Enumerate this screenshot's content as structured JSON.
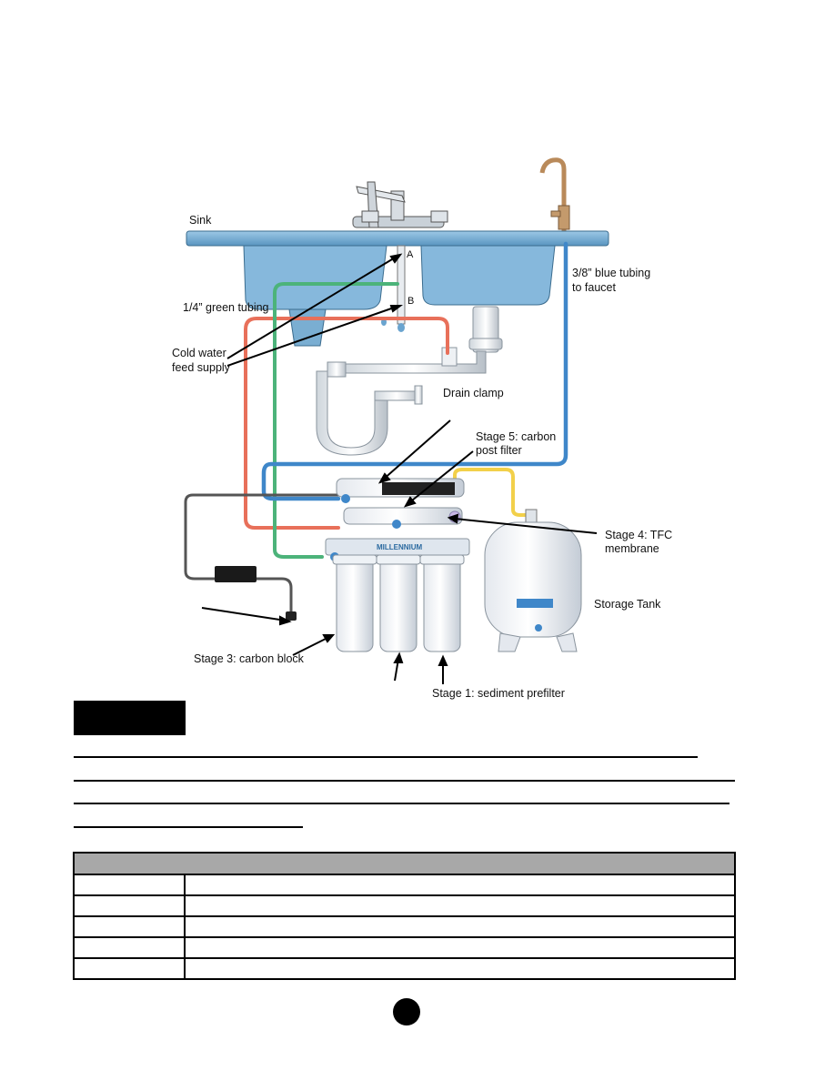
{
  "diagram": {
    "labels": {
      "sink": "Sink",
      "point_a": "A",
      "point_b": "B",
      "blue_tubing_line1": "3/8” blue tubing",
      "blue_tubing_line2": "to faucet",
      "green_tubing": "1/4” green tubing",
      "cold_water_line1": "Cold water",
      "cold_water_line2": "feed supply",
      "drain_clamp": "Drain clamp",
      "stage5_line1": "Stage 5: carbon",
      "stage5_line2": "post filter",
      "stage4_line1": "Stage 4: TFC",
      "stage4_line2": "membrane",
      "storage_tank": "Storage Tank",
      "stage3": "Stage 3: carbon block",
      "stage1": "Stage 1: sediment prefilter",
      "brand": "MILLENNIUM"
    },
    "colors": {
      "sink": "#6fa9cf",
      "green_tubing": "#4cb37a",
      "red_tubing": "#e8705a",
      "blue_tubing": "#3f87c9",
      "yellow_tubing": "#f2d04a",
      "power_cord": "#555555",
      "faucet": "#b98a5a"
    }
  },
  "table": {
    "header": "",
    "rows": [
      [
        "",
        ""
      ],
      [
        "",
        ""
      ],
      [
        "",
        ""
      ],
      [
        "",
        ""
      ],
      [
        "",
        ""
      ]
    ]
  }
}
